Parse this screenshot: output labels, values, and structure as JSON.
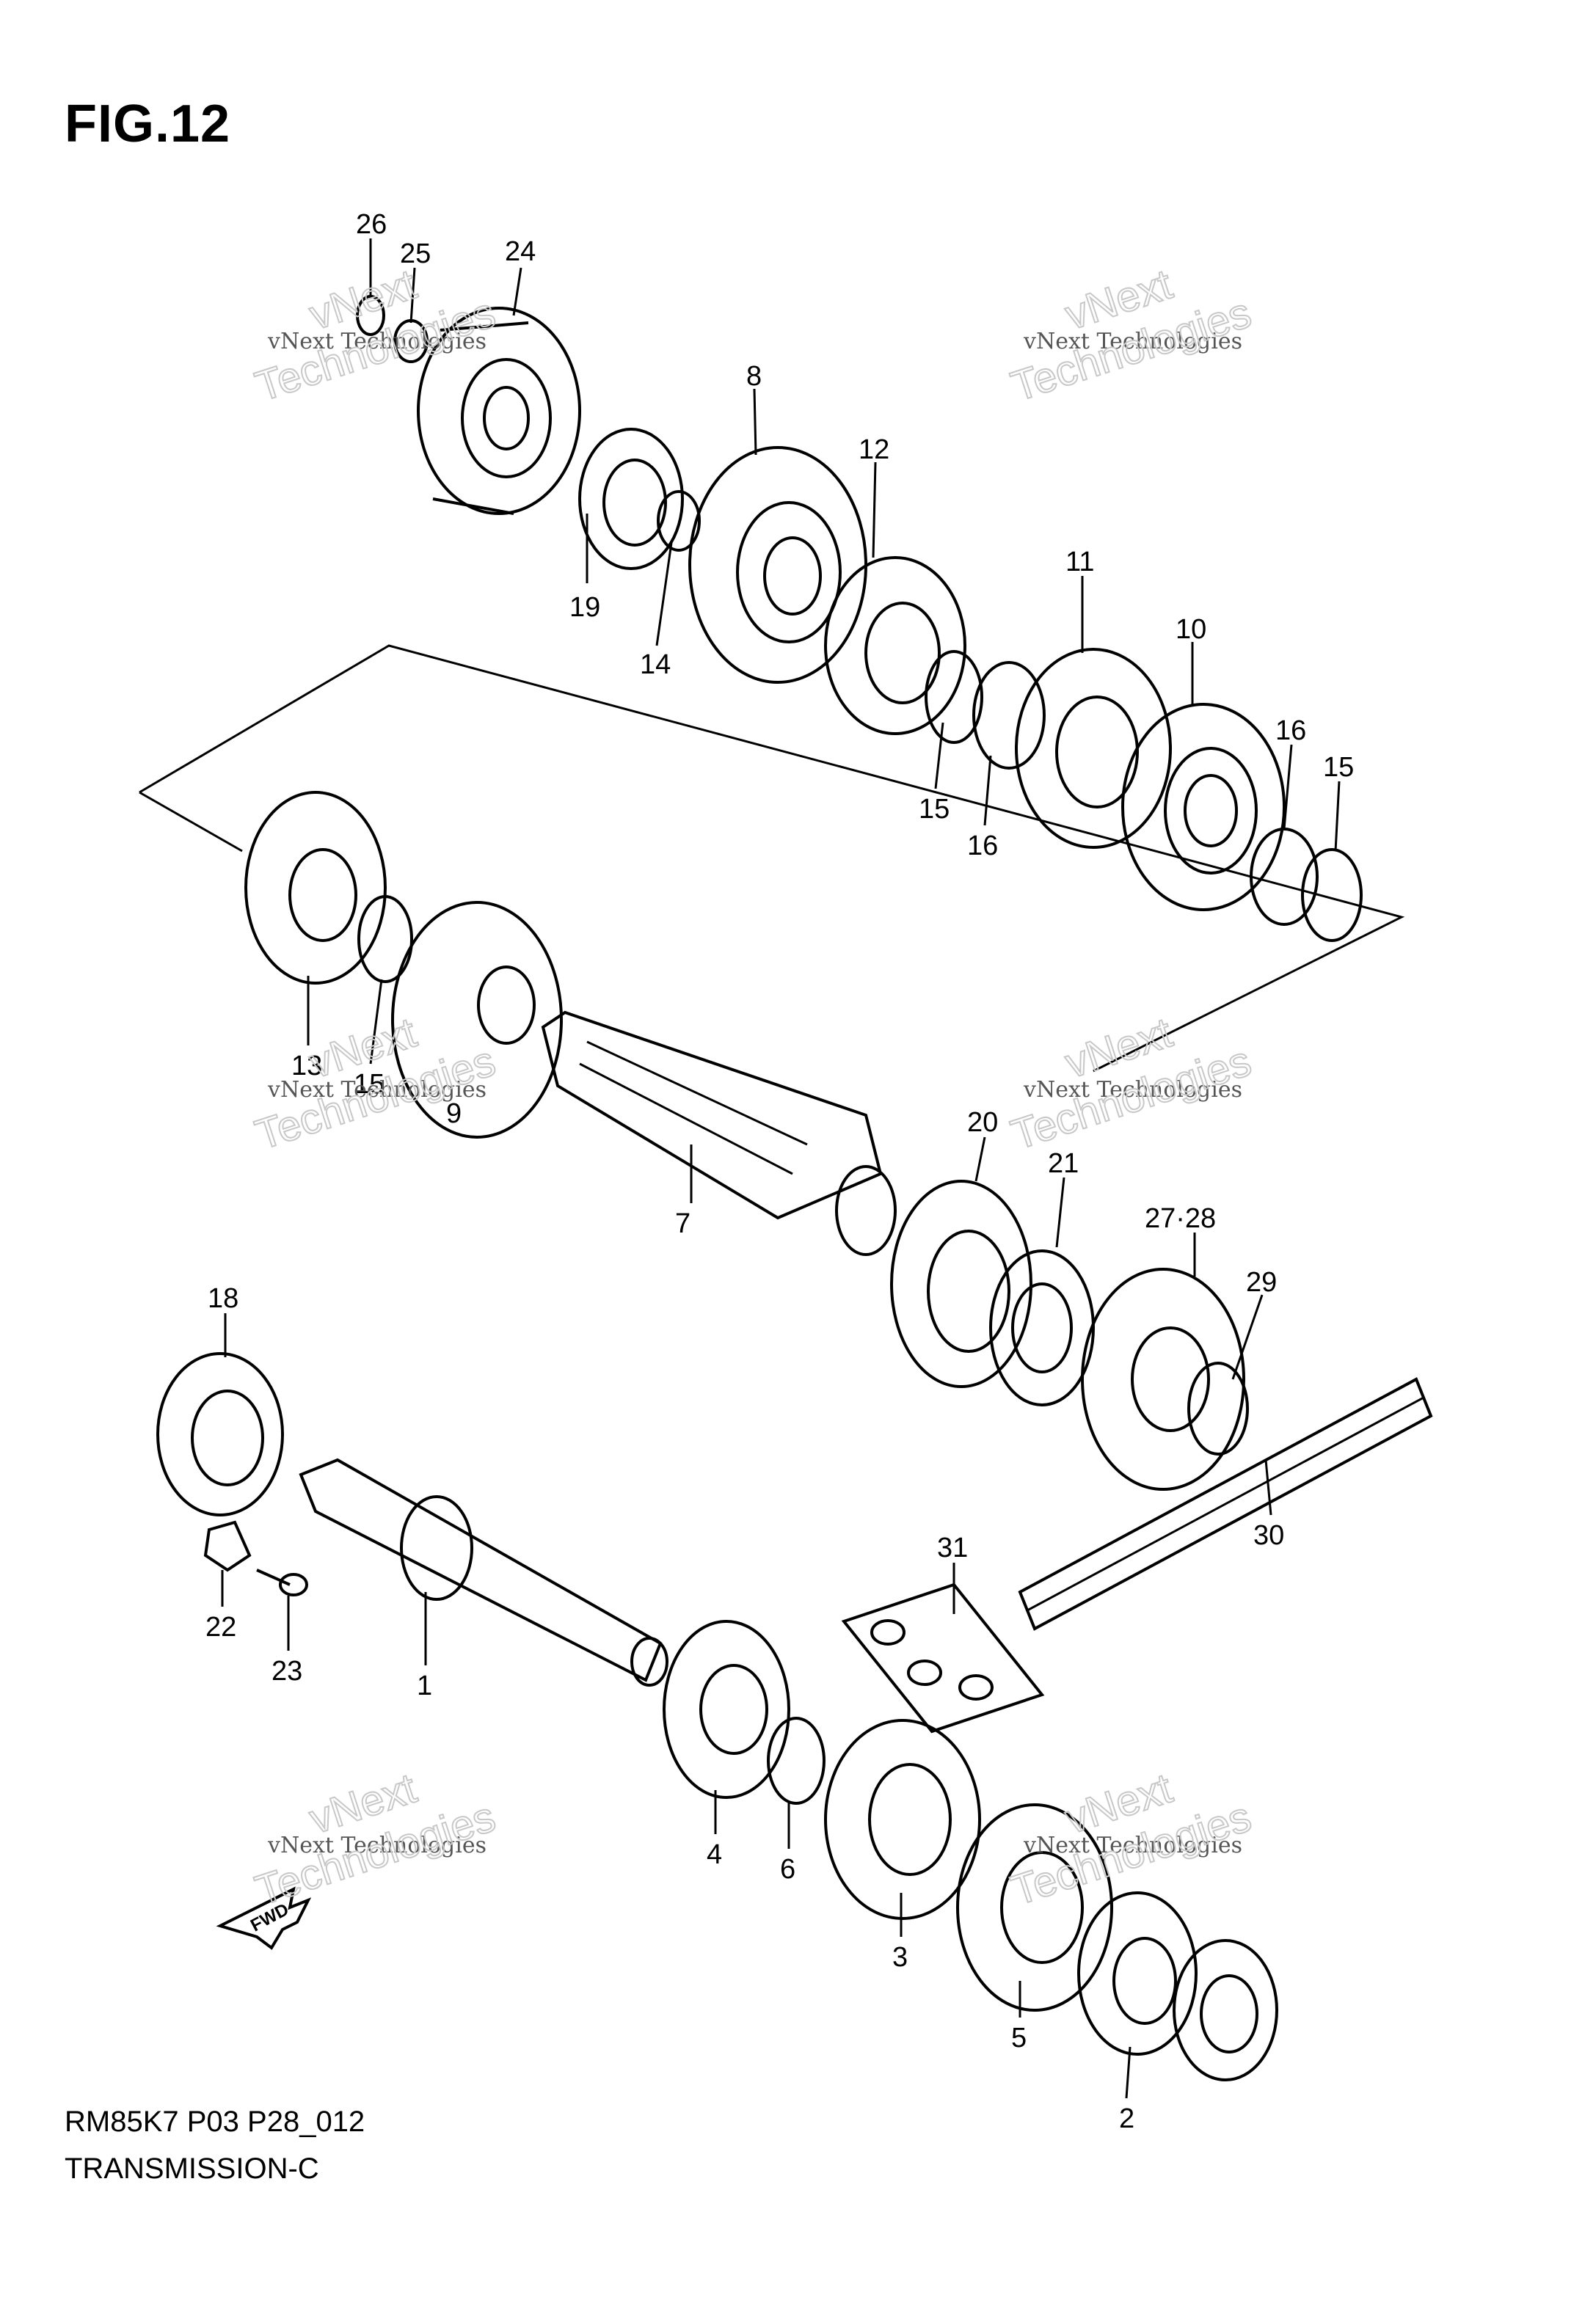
{
  "figure": {
    "title": "FIG.12",
    "code": "RM85K7 P03 P28_012",
    "name": "TRANSMISSION-C",
    "fwd_label": "FWD"
  },
  "watermark": {
    "line1": "vNext Technologies",
    "line2": "vNext",
    "line3": "Technologies"
  },
  "callouts": [
    "26",
    "25",
    "24",
    "8",
    "12",
    "19",
    "14",
    "11",
    "10",
    "16",
    "15",
    "15",
    "16",
    "13",
    "15",
    "9",
    "7",
    "20",
    "21",
    "27·28",
    "29",
    "18",
    "1",
    "22",
    "23",
    "31",
    "30",
    "4",
    "6",
    "3",
    "5",
    "2"
  ]
}
